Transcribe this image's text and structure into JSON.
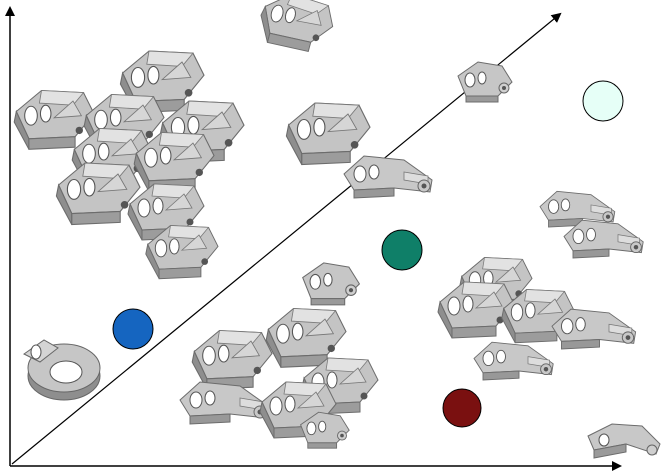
{
  "diagram": {
    "axes": [
      "x-axis",
      "y-axis",
      "diagonal-axis"
    ],
    "markers": [
      {
        "name": "marker-light-cyan",
        "color": "#e6fff7"
      },
      {
        "name": "marker-teal",
        "color": "#0f7f68"
      },
      {
        "name": "marker-blue",
        "color": "#1565c0"
      },
      {
        "name": "marker-dark-red",
        "color": "#7a1010"
      }
    ],
    "part_style": {
      "fill": "#c4c4c4",
      "shade": "#8e8e8e",
      "light": "#e2e2e2",
      "stroke": "#6c6c6c"
    },
    "clusters": [
      {
        "name": "bracket-top-single",
        "count": 1
      },
      {
        "name": "bracket-cluster-upper-left",
        "count": 9
      },
      {
        "name": "bracket-cluster-center-upper",
        "count": 2
      },
      {
        "name": "bracket-small-upper-right",
        "count": 1
      },
      {
        "name": "bracket-cluster-right-middle",
        "count": 2
      },
      {
        "name": "bracket-small-center",
        "count": 1
      },
      {
        "name": "bracket-cluster-lower-right",
        "count": 5
      },
      {
        "name": "bracket-cluster-bottom-center",
        "count": 6
      },
      {
        "name": "ring-part-lower-left",
        "count": 1
      },
      {
        "name": "bracket-corner-bottom-right",
        "count": 1
      }
    ]
  }
}
